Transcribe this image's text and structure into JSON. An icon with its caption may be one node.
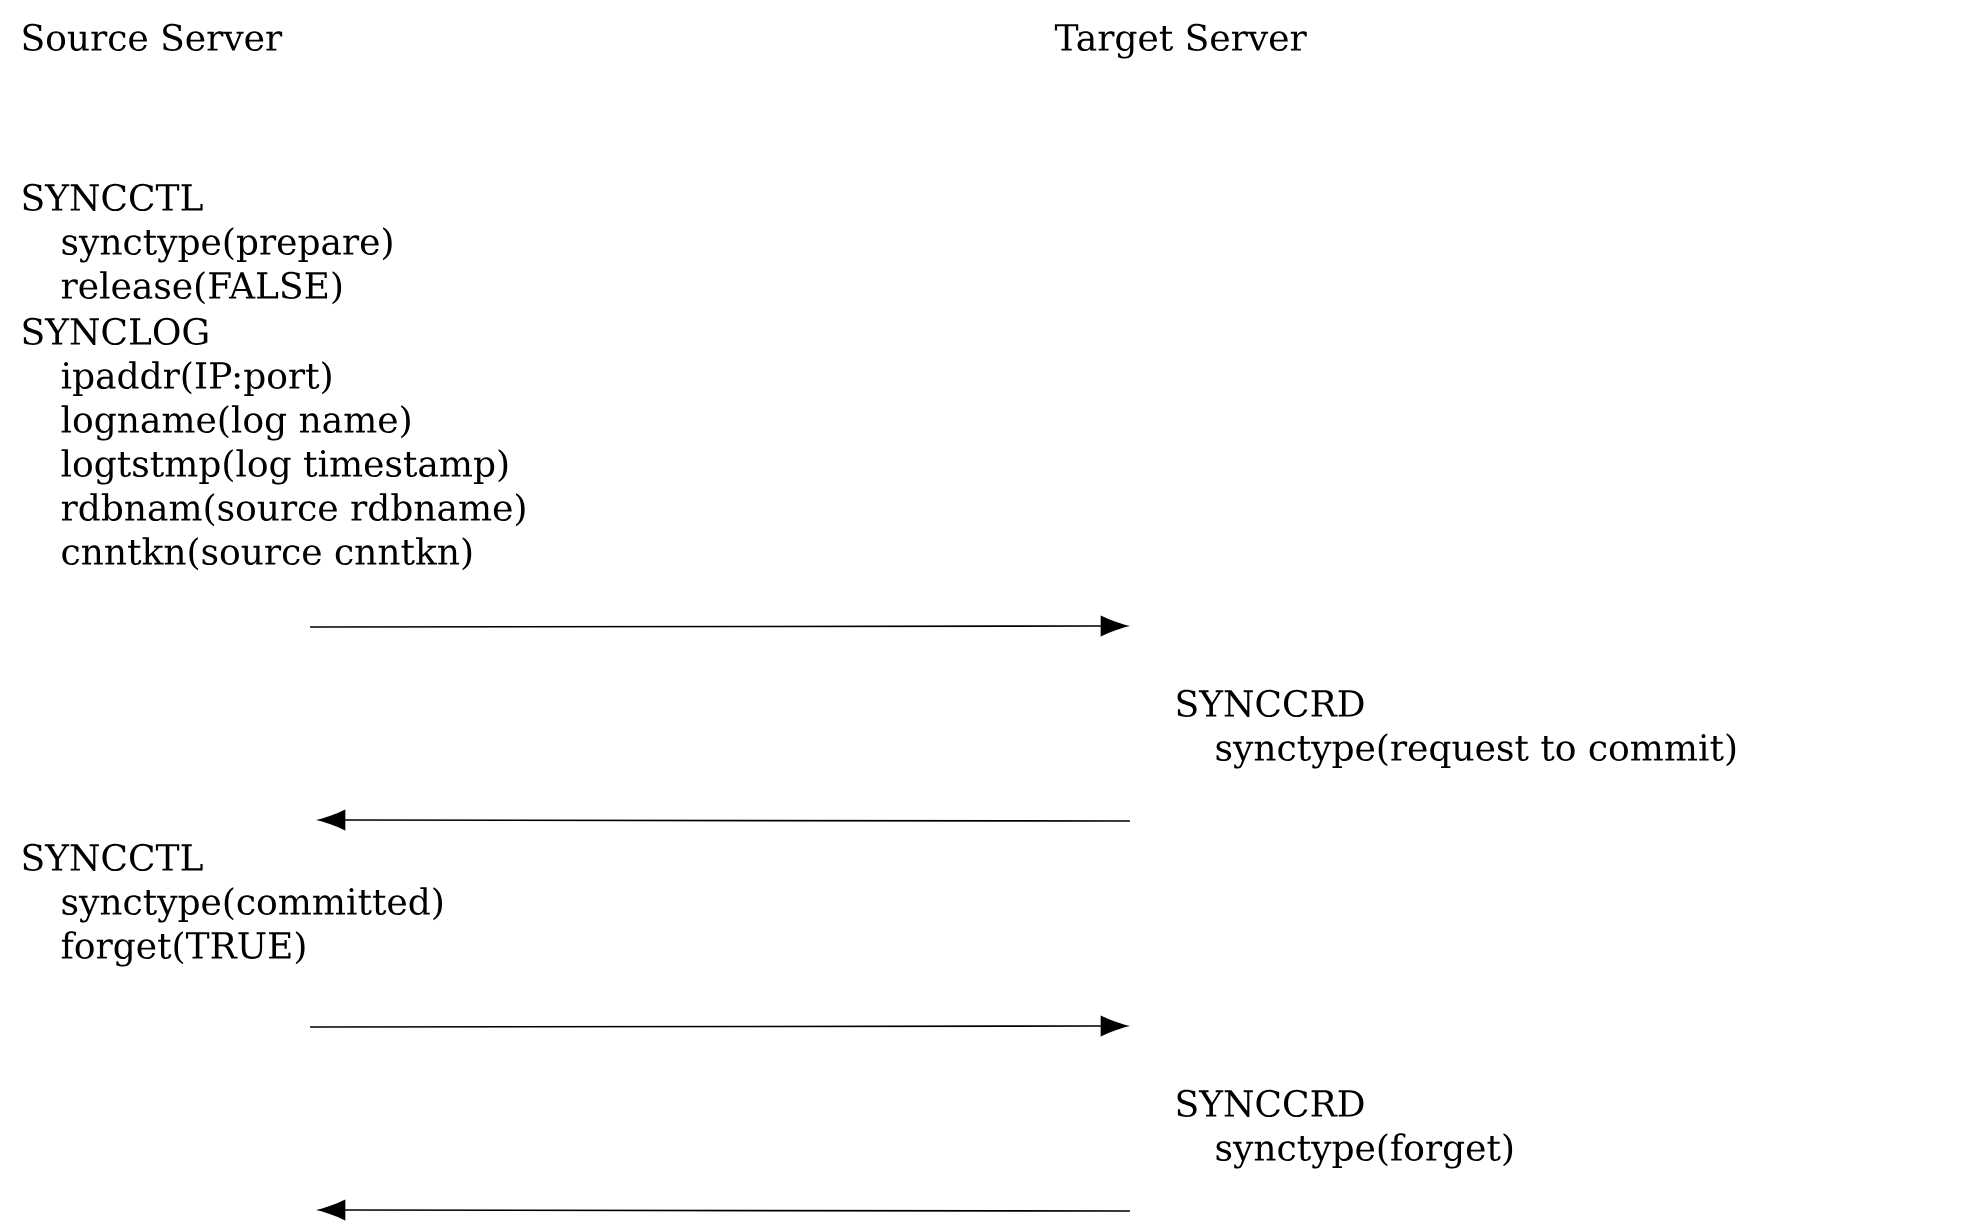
{
  "diagram": {
    "nodes": [
      {
        "text": [
          "SYNCCTL",
          "synctype(prepare)",
          "release(FALSE)"
        ]
      },
      {
        "text": [
          "SYNCLOG",
          "ipaddr(IP:port)",
          "logname(log name)",
          "logtstmp(log timestamp)",
          "rdbnam(source rdbname)",
          "cnntkn(source cnntkn)"
        ]
      },
      {
        "text": [
          "SYNCCRD",
          "synctype(request to commit)"
        ]
      },
      {
        "text": [
          "SYNCCTL",
          "synctype(committed)",
          "forget(TRUE)"
        ]
      },
      {
        "text": [
          "SYNCCRD",
          "synctype(forget)"
        ]
      }
    ],
    "edges": [
      {
        "from": 1,
        "to": 2,
        "arrow": "to"
      },
      {
        "from": 2,
        "to": 3,
        "arrow": "to"
      },
      {
        "from": 3,
        "to": 4,
        "arrow": "to"
      },
      {
        "from": 4,
        "to": null,
        "arrow": "to"
      }
    ],
    "labels": [
      "Source Server",
      "Target Server"
    ]
  }
}
